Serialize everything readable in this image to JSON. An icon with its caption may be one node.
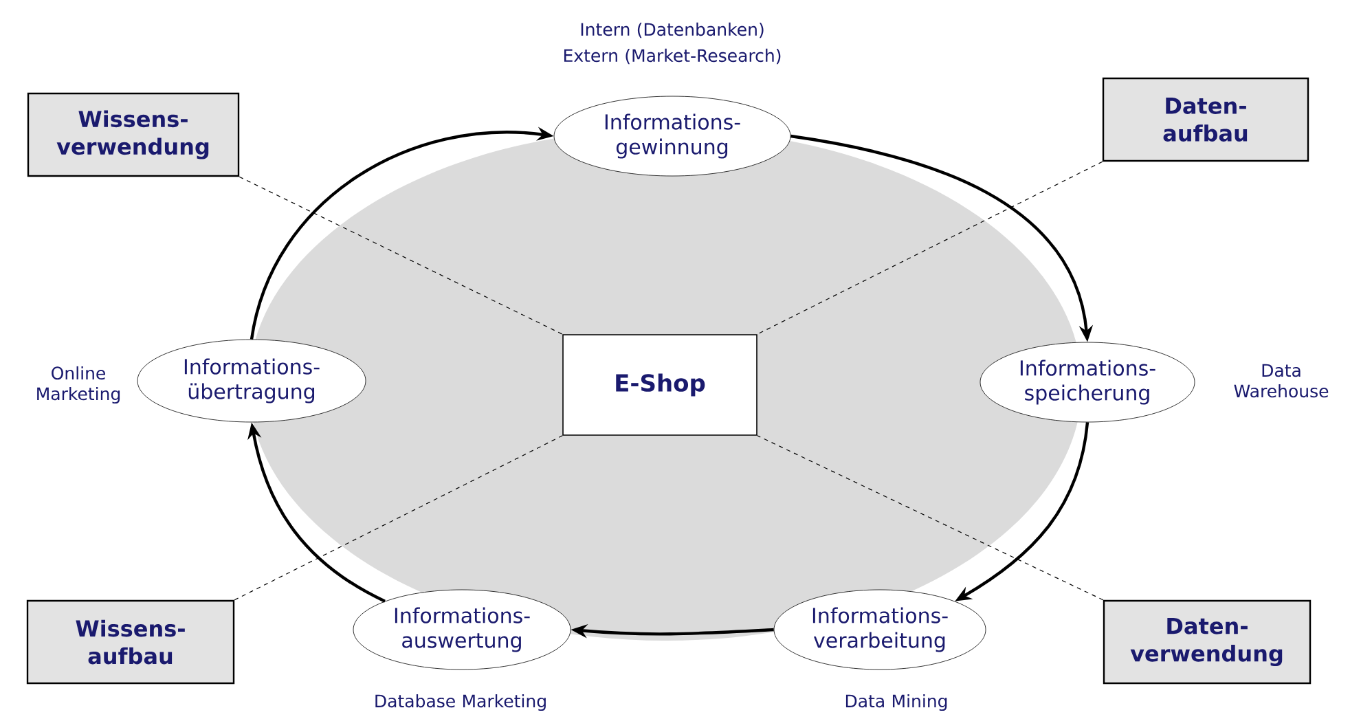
{
  "diagram": {
    "nodes": [
      {
        "text": [
          "E-Shop"
        ]
      },
      {
        "text": [
          "Informations- gewinnung"
        ],
        "beside": [
          "Intern (Datenbanken)",
          "Extern (Market-Research)"
        ]
      },
      {
        "text": [
          "Informations- speicherung"
        ],
        "beside": [
          "Data Warehouse"
        ]
      },
      {
        "text": [
          "Informations- verarbeitung"
        ],
        "beside": [
          "Data Mining"
        ]
      },
      {
        "text": [
          "Informations- auswertung"
        ],
        "beside": [
          "Database Marketing"
        ]
      },
      {
        "text": [
          "Informations- übertragung"
        ],
        "beside": [
          "Online Marketing"
        ]
      },
      {
        "text": [
          "Wissens- verwendung"
        ]
      },
      {
        "text": [
          "Daten- aufbau"
        ]
      },
      {
        "text": [
          "Wissens- aufbau"
        ]
      },
      {
        "text": [
          "Daten- verwendung"
        ]
      }
    ],
    "edges": [
      {
        "from": 5,
        "to": 1,
        "arrow": "to"
      },
      {
        "from": 1,
        "to": 2,
        "arrow": "to"
      },
      {
        "from": 2,
        "to": 3,
        "arrow": "to"
      },
      {
        "from": 3,
        "to": 4,
        "arrow": "to"
      },
      {
        "from": 4,
        "to": 5,
        "arrow": "to"
      },
      {
        "from": 6,
        "to": 0,
        "arrow": "none",
        "style": "dashed"
      },
      {
        "from": 7,
        "to": 0,
        "arrow": "none",
        "style": "dashed"
      },
      {
        "from": 8,
        "to": 0,
        "arrow": "none",
        "style": "dashed"
      },
      {
        "from": 9,
        "to": 0,
        "arrow": "none",
        "style": "dashed"
      }
    ]
  }
}
